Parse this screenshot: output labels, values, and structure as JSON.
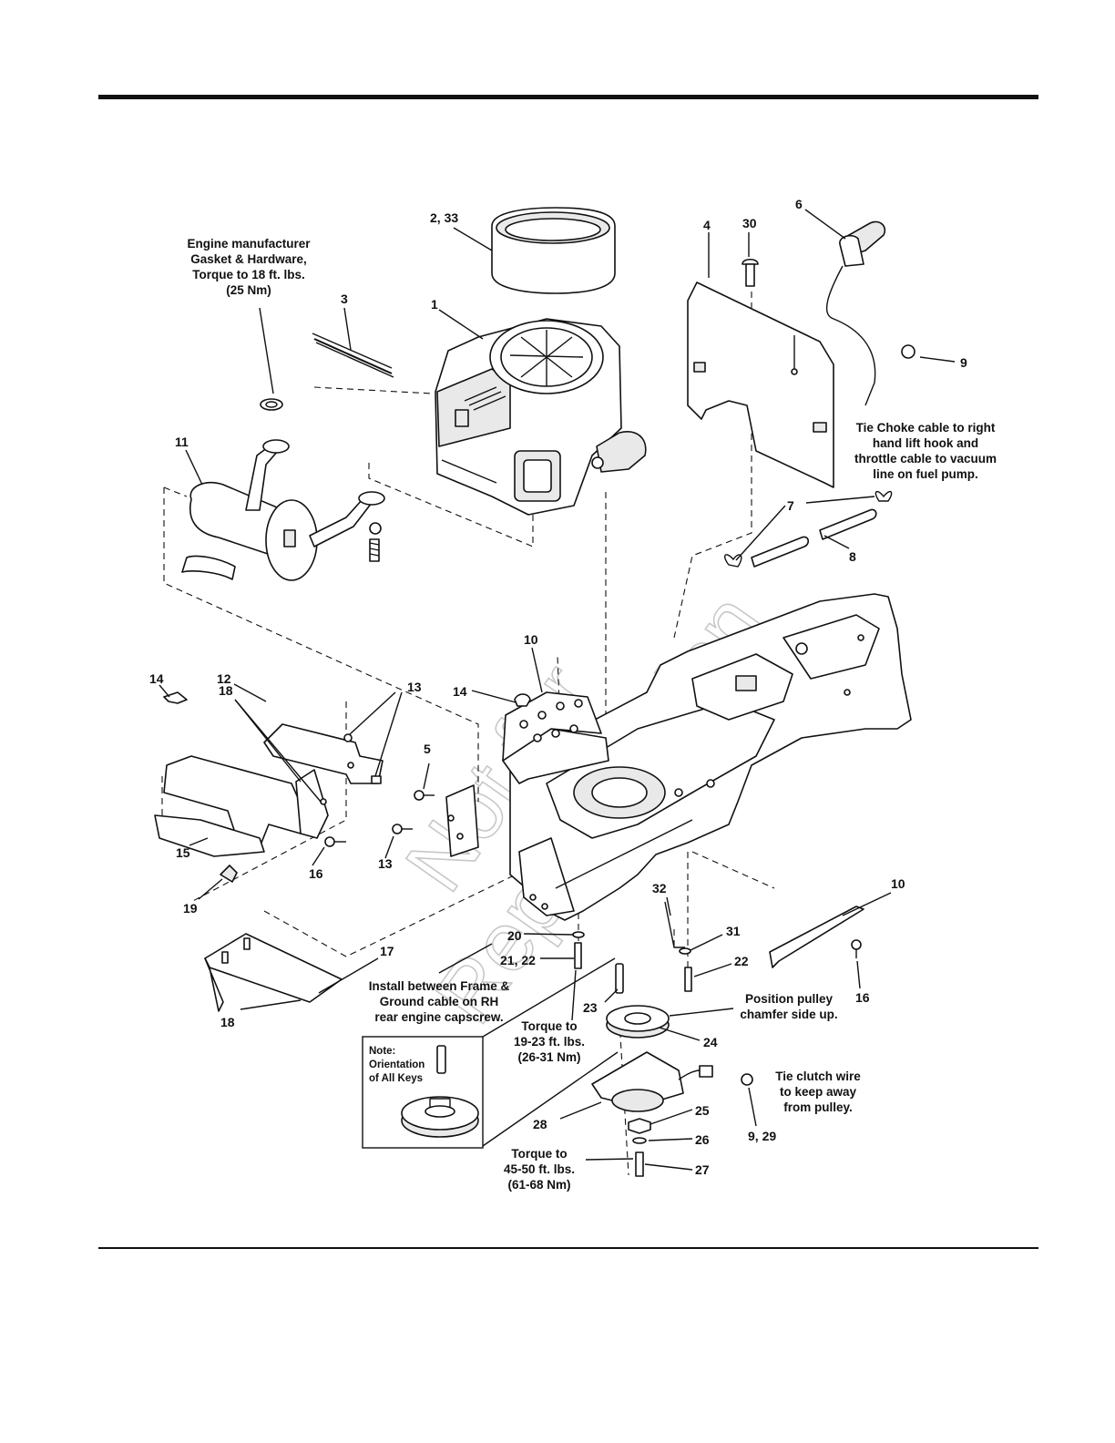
{
  "callouts": {
    "c1": "1",
    "c2_33": "2, 33",
    "c3": "3",
    "c4": "4",
    "c5": "5",
    "c6": "6",
    "c7": "7",
    "c8": "8",
    "c9": "9",
    "c9_29": "9, 29",
    "c10a": "10",
    "c10b": "10",
    "c11": "11",
    "c12": "12",
    "c13a": "13",
    "c13b": "13",
    "c14a": "14",
    "c14b": "14",
    "c15": "15",
    "c16a": "16",
    "c16b": "16",
    "c17": "17",
    "c18a": "18",
    "c18b": "18",
    "c19": "19",
    "c20": "20",
    "c21_22": "21, 22",
    "c22": "22",
    "c23": "23",
    "c24": "24",
    "c25": "25",
    "c26": "26",
    "c27": "27",
    "c28": "28",
    "c30": "30",
    "c31": "31",
    "c32": "32"
  },
  "notes": {
    "engine_gasket": [
      "Engine manufacturer",
      "Gasket & Hardware,",
      "Torque to 18 ft. lbs.",
      "(25 Nm)"
    ],
    "tie_choke": [
      "Tie Choke cable to right",
      "hand lift hook and",
      "throttle cable to vacuum",
      "line on fuel pump."
    ],
    "install_between": [
      "Install between Frame &",
      "Ground cable on RH",
      "rear engine capscrew."
    ],
    "torque_19_23": [
      "Torque to",
      "19-23 ft. lbs.",
      "(26-31 Nm)"
    ],
    "position_pulley": [
      "Position pulley",
      "chamfer side up."
    ],
    "tie_clutch": [
      "Tie clutch wire",
      "to keep away",
      "from pulley."
    ],
    "torque_45_50": [
      "Torque to",
      "45-50 ft. lbs.",
      "(61-68 Nm)"
    ],
    "orientation_box": [
      "Note:",
      "Orientation",
      "of All Keys"
    ]
  },
  "watermark": [
    "Not for",
    "Reproduction"
  ]
}
